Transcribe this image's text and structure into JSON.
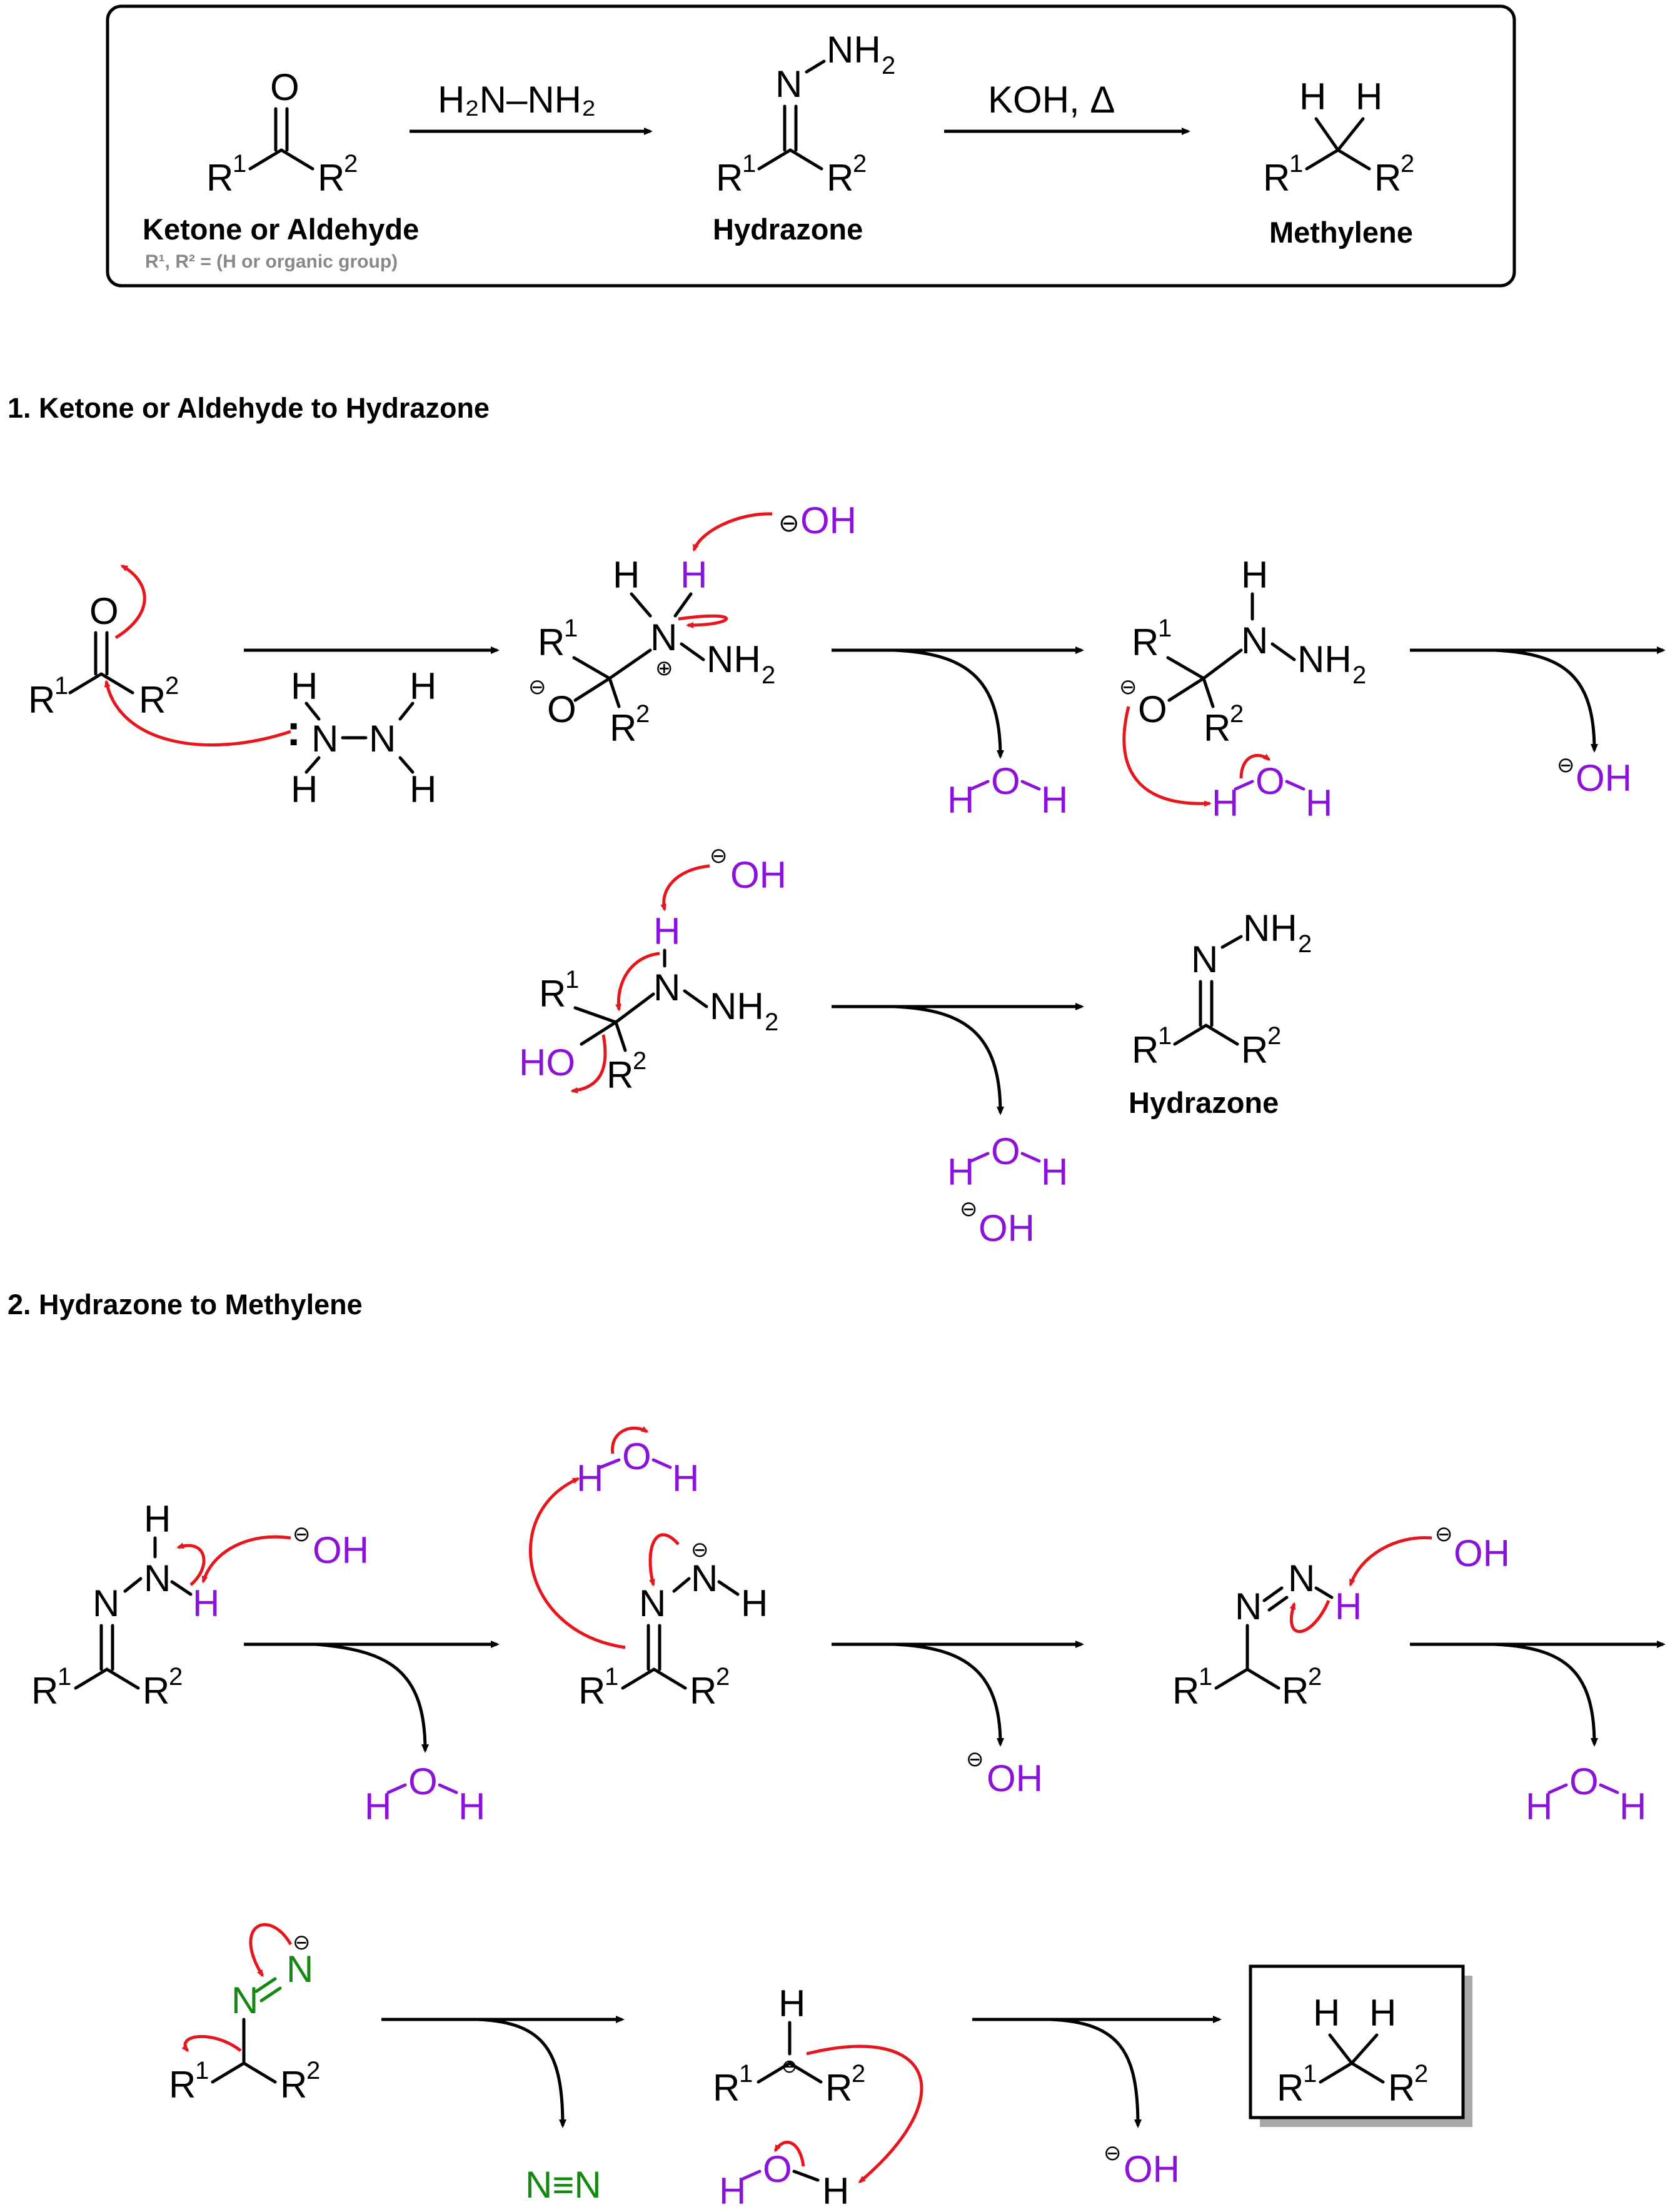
{
  "colors": {
    "black": "#000000",
    "purple": "#8b12d8",
    "red": "#e6161e",
    "green": "#128a12",
    "gray": "#888888"
  },
  "summary": {
    "reagent1": "H₂N–NH₂",
    "reagent2": "KOH, Δ",
    "ketone_label": "Ketone or Aldehyde",
    "ketone_note": "R¹, R² = (H or organic group)",
    "hydrazone_label": "Hydrazone",
    "methylene_label": "Methylene"
  },
  "sections": {
    "s1": "1. Ketone or Aldehyde to Hydrazone",
    "s2": "2. Hydrazone to Methylene"
  },
  "atoms": {
    "O": "O",
    "H": "H",
    "N": "N",
    "NH": "NH",
    "OH": "OH",
    "HO": "HO",
    "R": "R",
    "one": "1",
    "two": "2",
    "minus": "⊖",
    "plus": "⊕",
    "lonepair": ":",
    "n2": "N≡N"
  },
  "step_labels": {
    "hydrazone": "Hydrazone"
  }
}
